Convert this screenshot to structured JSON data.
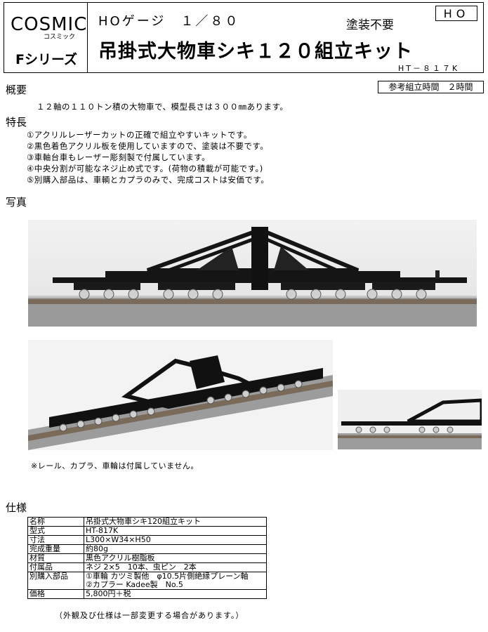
{
  "header": {
    "brand": "COSMIC",
    "brand_kana": "コスミック",
    "series": "Fシリーズ",
    "gauge_scale": "HOゲージ　１／８０",
    "no_paint": "塗装不要",
    "scale_badge": "HO",
    "title": "吊掛式大物車シキ１２０組立キット",
    "product_code": "HT－８１７K"
  },
  "overview": {
    "heading": "概要",
    "assembly_time": "参考組立時間　２時間",
    "text": "１２軸の１１０トン積の大物車で、模型長さは３００㎜あります。"
  },
  "features": {
    "heading": "特長",
    "items": [
      "①アクリルレーザーカットの正確で組立やすいキットです。",
      "②黒色着色アクリル板を使用していますので、塗装は不要です。",
      "③車軸台車もレーザー彫刻製で付属しています。",
      "④中央分割が可能なネジ止め式です。(荷物の積載が可能です。)",
      "⑤別購入部品は、車輌とカプラのみで、完成コストは安価です。"
    ]
  },
  "photos": {
    "heading": "写真",
    "note": "※レール、カプラ、車輪は付属していません。"
  },
  "spec": {
    "heading": "仕様",
    "rows": [
      {
        "key": "名称",
        "value": "吊掛式大物車シキ120組立キット"
      },
      {
        "key": "型式",
        "value": "HT-817K"
      },
      {
        "key": "寸法",
        "value": "L300×W34×H50"
      },
      {
        "key": "完成重量",
        "value": "約80g"
      },
      {
        "key": "材質",
        "value": "黒色アクリル樹脂板"
      },
      {
        "key": "付属品",
        "value": "ネジ 2×5　10本、虫ピン　2本"
      },
      {
        "key": "別購入部品",
        "value": "①車輪 カツミ製他　φ10.5片側絶縁プレーン軸",
        "value2": "②カプラー Kadee製　No.5"
      },
      {
        "key": "価格",
        "value": "5,800円＋税"
      }
    ],
    "footer": "（外観及び仕様は一部変更する場合があります。）"
  }
}
